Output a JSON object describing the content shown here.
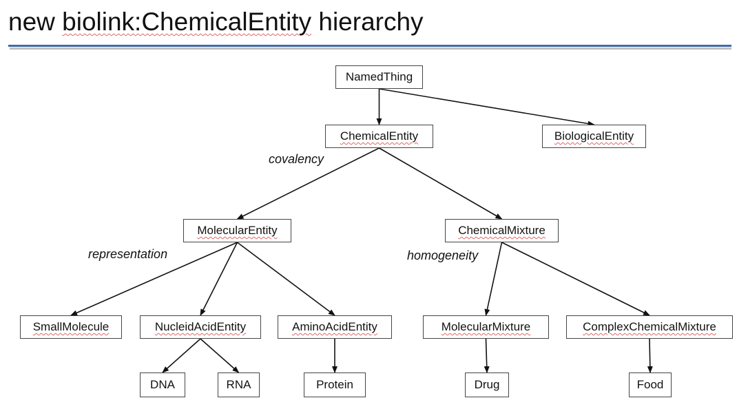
{
  "title": {
    "prefix": "new ",
    "term": "biolink:ChemicalEntity",
    "suffix": " hierarchy"
  },
  "nodes": {
    "named_thing": "NamedThing",
    "chemical_entity": "ChemicalEntity",
    "biological_entity": "BiologicalEntity",
    "molecular_entity": "MolecularEntity",
    "chemical_mixture": "ChemicalMixture",
    "small_molecule": "SmallMolecule",
    "nucleic_acid_entity": "NucleidAcidEntity",
    "amino_acid_entity": "AminoAcidEntity",
    "molecular_mixture": "MolecularMixture",
    "complex_chemical_mixture": "ComplexChemicalMixture",
    "dna": "DNA",
    "rna": "RNA",
    "protein": "Protein",
    "drug": "Drug",
    "food": "Food"
  },
  "edge_labels": {
    "covalency": "covalency",
    "representation": "representation",
    "homogeneity": "homogeneity"
  },
  "edges": [
    [
      "named_thing",
      "chemical_entity"
    ],
    [
      "named_thing",
      "biological_entity"
    ],
    [
      "chemical_entity",
      "molecular_entity"
    ],
    [
      "chemical_entity",
      "chemical_mixture"
    ],
    [
      "molecular_entity",
      "small_molecule"
    ],
    [
      "molecular_entity",
      "nucleic_acid_entity"
    ],
    [
      "molecular_entity",
      "amino_acid_entity"
    ],
    [
      "chemical_mixture",
      "molecular_mixture"
    ],
    [
      "chemical_mixture",
      "complex_chemical_mixture"
    ],
    [
      "nucleic_acid_entity",
      "dna"
    ],
    [
      "nucleic_acid_entity",
      "rna"
    ],
    [
      "amino_acid_entity",
      "protein"
    ],
    [
      "molecular_mixture",
      "drug"
    ],
    [
      "complex_chemical_mixture",
      "food"
    ]
  ],
  "colors": {
    "title_rule": "#3f6aa8",
    "spellcheck_underline": "#e06666"
  }
}
